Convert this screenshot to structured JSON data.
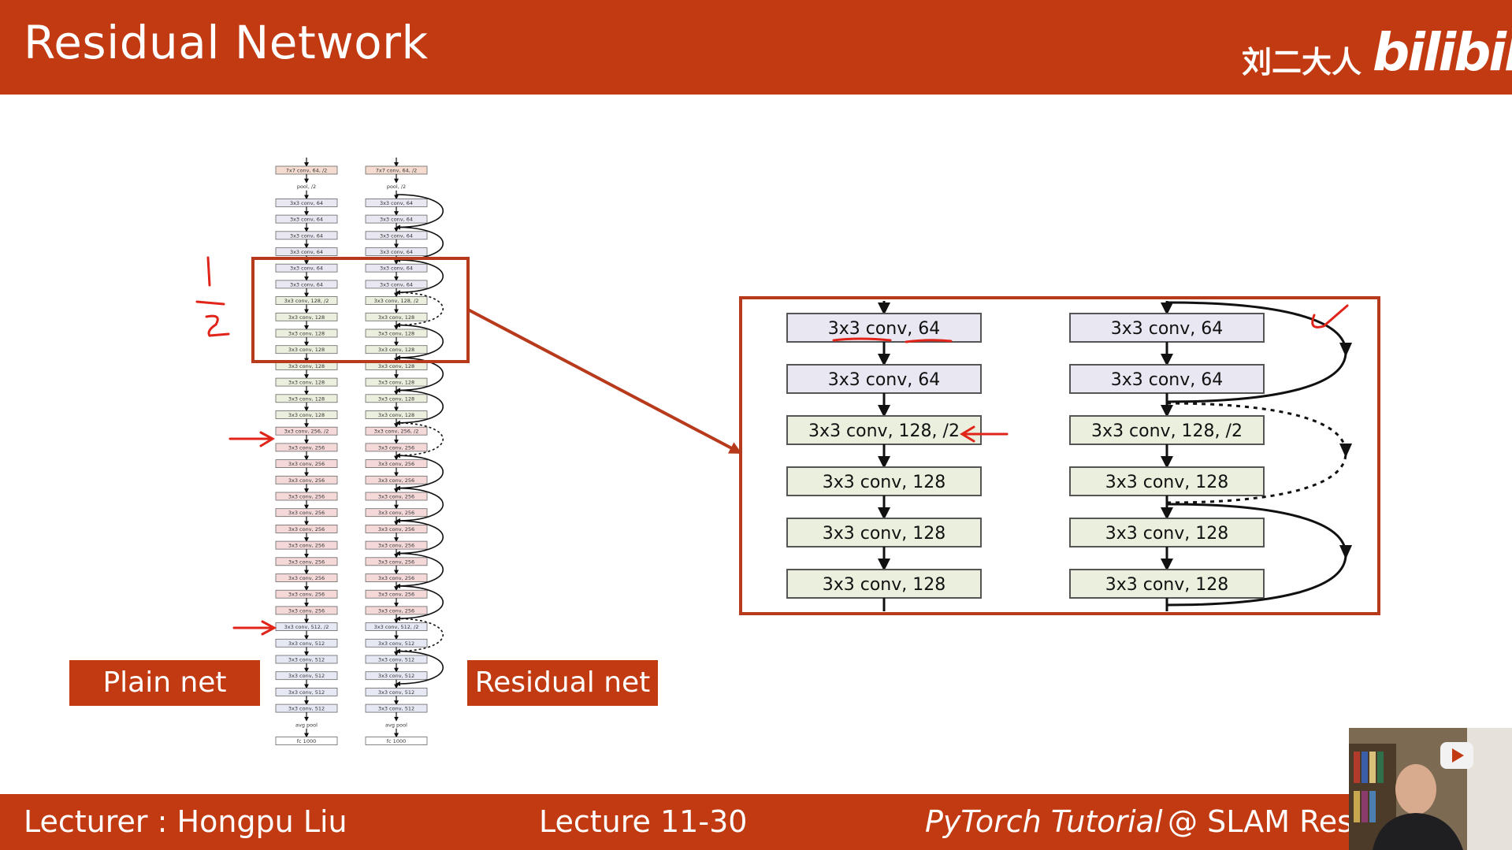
{
  "header": {
    "title": "Residual Network",
    "brand_cn": "刘二大人",
    "brand_logo": "bilibili"
  },
  "footer": {
    "lecturer": "Lecturer : Hongpu Liu",
    "lecture": "Lecture 11-30",
    "tutorial": "PyTorch Tutorial",
    "org": "@ SLAM Resea"
  },
  "labels": {
    "plain": "Plain net",
    "residual": "Residual net"
  },
  "small_layers": [
    {
      "text": "7x7 conv, 64, /2",
      "color": "#f6dcd0",
      "boxed": true
    },
    {
      "text": "pool, /2",
      "color": "#ffffff",
      "boxed": false
    },
    {
      "text": "3x3 conv, 64",
      "color": "#e9e8f2",
      "boxed": true
    },
    {
      "text": "3x3 conv, 64",
      "color": "#e9e8f2",
      "boxed": true
    },
    {
      "text": "3x3 conv, 64",
      "color": "#e9e8f2",
      "boxed": true
    },
    {
      "text": "3x3 conv, 64",
      "color": "#e9e8f2",
      "boxed": true
    },
    {
      "text": "3x3 conv, 64",
      "color": "#e9e8f2",
      "boxed": true
    },
    {
      "text": "3x3 conv, 64",
      "color": "#e9e8f2",
      "boxed": true
    },
    {
      "text": "3x3 conv, 128, /2",
      "color": "#ebefdd",
      "boxed": true
    },
    {
      "text": "3x3 conv, 128",
      "color": "#ebefdd",
      "boxed": true
    },
    {
      "text": "3x3 conv, 128",
      "color": "#ebefdd",
      "boxed": true
    },
    {
      "text": "3x3 conv, 128",
      "color": "#ebefdd",
      "boxed": true
    },
    {
      "text": "3x3 conv, 128",
      "color": "#ebefdd",
      "boxed": true
    },
    {
      "text": "3x3 conv, 128",
      "color": "#ebefdd",
      "boxed": true
    },
    {
      "text": "3x3 conv, 128",
      "color": "#ebefdd",
      "boxed": true
    },
    {
      "text": "3x3 conv, 128",
      "color": "#ebefdd",
      "boxed": true
    },
    {
      "text": "3x3 conv, 256, /2",
      "color": "#f5d9d9",
      "boxed": true
    },
    {
      "text": "3x3 conv, 256",
      "color": "#f5d9d9",
      "boxed": true
    },
    {
      "text": "3x3 conv, 256",
      "color": "#f5d9d9",
      "boxed": true
    },
    {
      "text": "3x3 conv, 256",
      "color": "#f5d9d9",
      "boxed": true
    },
    {
      "text": "3x3 conv, 256",
      "color": "#f5d9d9",
      "boxed": true
    },
    {
      "text": "3x3 conv, 256",
      "color": "#f5d9d9",
      "boxed": true
    },
    {
      "text": "3x3 conv, 256",
      "color": "#f5d9d9",
      "boxed": true
    },
    {
      "text": "3x3 conv, 256",
      "color": "#f5d9d9",
      "boxed": true
    },
    {
      "text": "3x3 conv, 256",
      "color": "#f5d9d9",
      "boxed": true
    },
    {
      "text": "3x3 conv, 256",
      "color": "#f5d9d9",
      "boxed": true
    },
    {
      "text": "3x3 conv, 256",
      "color": "#f5d9d9",
      "boxed": true
    },
    {
      "text": "3x3 conv, 256",
      "color": "#f5d9d9",
      "boxed": true
    },
    {
      "text": "3x3 conv, 512, /2",
      "color": "#e6e9f4",
      "boxed": true
    },
    {
      "text": "3x3 conv, 512",
      "color": "#e6e9f4",
      "boxed": true
    },
    {
      "text": "3x3 conv, 512",
      "color": "#e6e9f4",
      "boxed": true
    },
    {
      "text": "3x3 conv, 512",
      "color": "#e6e9f4",
      "boxed": true
    },
    {
      "text": "3x3 conv, 512",
      "color": "#e6e9f4",
      "boxed": true
    },
    {
      "text": "3x3 conv, 512",
      "color": "#e6e9f4",
      "boxed": true
    },
    {
      "text": "avg pool",
      "color": "#ffffff",
      "boxed": false
    },
    {
      "text": "fc 1000",
      "color": "#ffffff",
      "boxed": true
    }
  ],
  "zoom_layers": [
    {
      "text": "3x3 conv, 64",
      "color": "#e9e8f2"
    },
    {
      "text": "3x3 conv, 64",
      "color": "#e9e8f2"
    },
    {
      "text": "3x3 conv, 128, /2",
      "color": "#ebefdd"
    },
    {
      "text": "3x3 conv, 128",
      "color": "#ebefdd"
    },
    {
      "text": "3x3 conv, 128",
      "color": "#ebefdd"
    },
    {
      "text": "3x3 conv, 128",
      "color": "#ebefdd"
    }
  ],
  "colors": {
    "accent": "#c23a11",
    "highlight": "#b83a1c",
    "annotation": "#e0241a"
  }
}
